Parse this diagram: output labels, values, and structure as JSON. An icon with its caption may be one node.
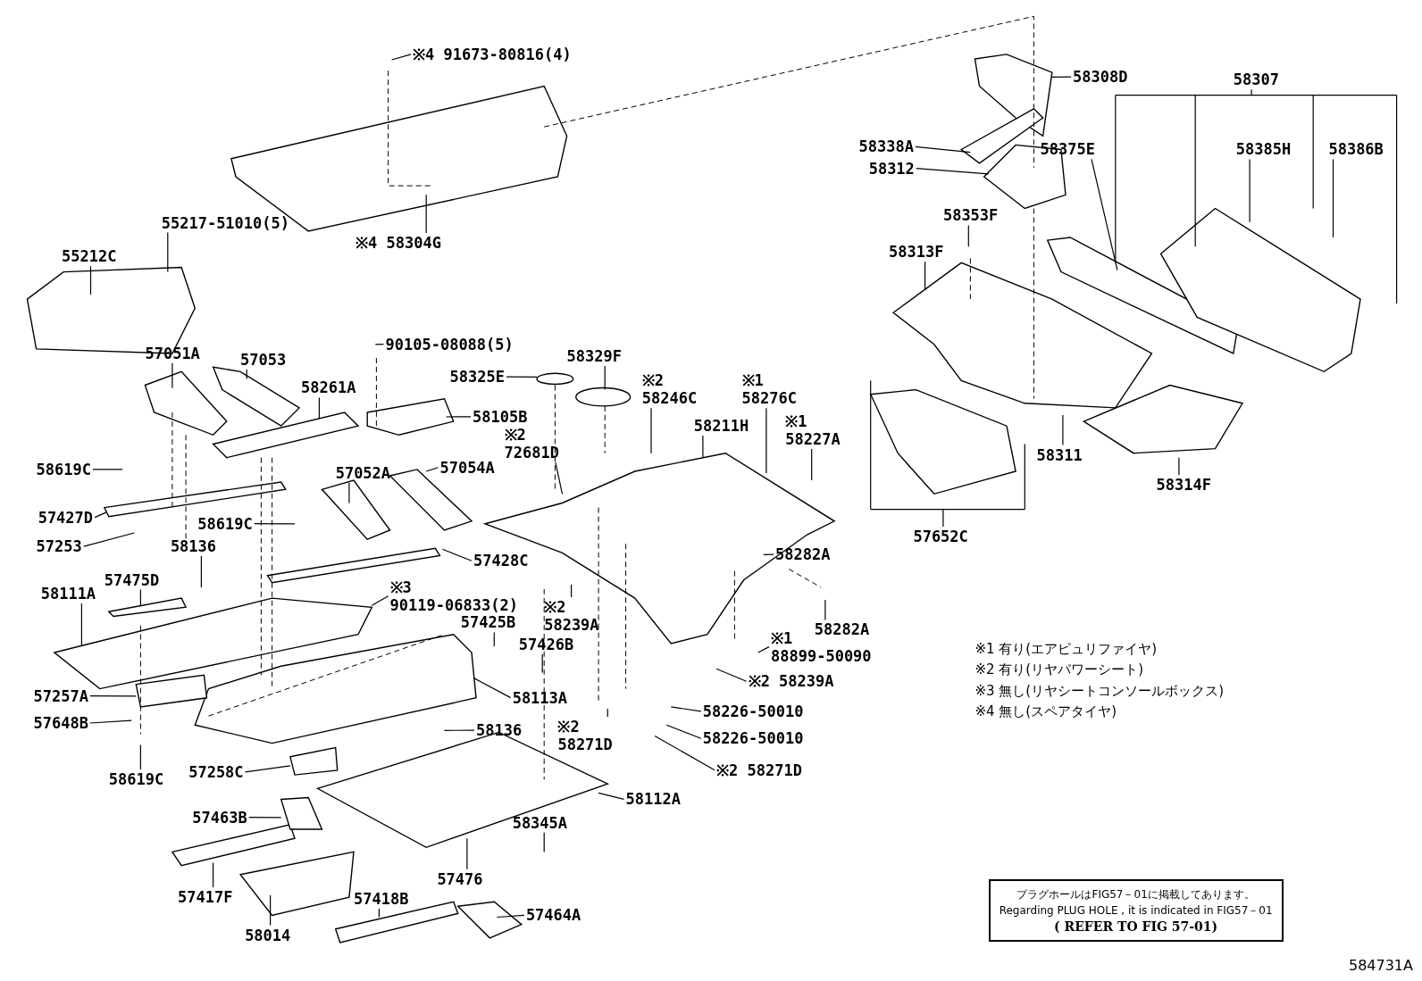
{
  "diagram": {
    "nodes": [
      {
        "text": [
          "※4 91673-80816(4)"
        ]
      },
      {
        "text": [
          "※4 58304G"
        ]
      },
      {
        "text": [
          "55217-51010(5)"
        ]
      },
      {
        "text": [
          "55212C"
        ]
      },
      {
        "text": [
          "57051A"
        ]
      },
      {
        "text": [
          "57053"
        ]
      },
      {
        "text": [
          "90105-08088(5)"
        ]
      },
      {
        "text": [
          "58325E"
        ]
      },
      {
        "text": [
          "58329F"
        ]
      },
      {
        "text": [
          "58261A"
        ]
      },
      {
        "text": [
          "58105B"
        ]
      },
      {
        "text": [
          "※2 58246C"
        ]
      },
      {
        "text": [
          "58211H"
        ]
      },
      {
        "text": [
          "※1 58276C"
        ]
      },
      {
        "text": [
          "※1 58227A"
        ]
      },
      {
        "text": [
          "58619C"
        ]
      },
      {
        "text": [
          "57052A"
        ]
      },
      {
        "text": [
          "57054A"
        ]
      },
      {
        "text": [
          "※2 72681D"
        ]
      },
      {
        "text": [
          "57427D"
        ]
      },
      {
        "text": [
          "58619C"
        ]
      },
      {
        "text": [
          "57253"
        ]
      },
      {
        "text": [
          "58136"
        ]
      },
      {
        "text": [
          "57428C"
        ]
      },
      {
        "text": [
          "57475D"
        ]
      },
      {
        "text": [
          "58111A"
        ]
      },
      {
        "text": [
          "※3 90119-06833(2)"
        ]
      },
      {
        "text": [
          "57425B"
        ]
      },
      {
        "text": [
          "57426B"
        ]
      },
      {
        "text": [
          "※2 58239A"
        ]
      },
      {
        "text": [
          "58282A"
        ]
      },
      {
        "text": [
          "58282A"
        ]
      },
      {
        "text": [
          "※1 88899-50090"
        ]
      },
      {
        "text": [
          "※2 58239A"
        ]
      },
      {
        "text": [
          "57257A"
        ]
      },
      {
        "text": [
          "58113A"
        ]
      },
      {
        "text": [
          "58226-50010"
        ]
      },
      {
        "text": [
          "57648B"
        ]
      },
      {
        "text": [
          "58136"
        ]
      },
      {
        "text": [
          "58226-50010"
        ]
      },
      {
        "text": [
          "※2 58271D"
        ]
      },
      {
        "text": [
          "※2 58271D"
        ]
      },
      {
        "text": [
          "58619C"
        ]
      },
      {
        "text": [
          "57258C"
        ]
      },
      {
        "text": [
          "58112A"
        ]
      },
      {
        "text": [
          "57463B"
        ]
      },
      {
        "text": [
          "58345A"
        ]
      },
      {
        "text": [
          "57476"
        ]
      },
      {
        "text": [
          "57417F"
        ]
      },
      {
        "text": [
          "58014"
        ]
      },
      {
        "text": [
          "57418B"
        ]
      },
      {
        "text": [
          "57464A"
        ]
      },
      {
        "text": [
          "58308D"
        ]
      },
      {
        "text": [
          "58307"
        ]
      },
      {
        "text": [
          "58338A"
        ]
      },
      {
        "text": [
          "58375E"
        ]
      },
      {
        "text": [
          "58385H"
        ]
      },
      {
        "text": [
          "58386B"
        ]
      },
      {
        "text": [
          "58312"
        ]
      },
      {
        "text": [
          "58353F"
        ]
      },
      {
        "text": [
          "58313F"
        ]
      },
      {
        "text": [
          "58311"
        ]
      },
      {
        "text": [
          "58314F"
        ]
      },
      {
        "text": [
          "57652C"
        ]
      },
      {
        "text": [
          "プラグホールはFIG57－01に掲載してあります。",
          "Regarding  PLUG HOLE , it is indicated in FIG57－01",
          "( REFER TO FIG 57-01)"
        ]
      }
    ],
    "edges": [
      {
        "from": 0,
        "to": null,
        "arrow": "none"
      },
      {
        "from": 1,
        "to": null,
        "arrow": "none"
      },
      {
        "from": 2,
        "to": null,
        "arrow": "none"
      },
      {
        "from": 3,
        "to": null,
        "arrow": "none"
      },
      {
        "from": 4,
        "to": null,
        "arrow": "none"
      },
      {
        "from": 5,
        "to": null,
        "arrow": "none"
      },
      {
        "from": 6,
        "to": null,
        "arrow": "none"
      },
      {
        "from": 7,
        "to": null,
        "arrow": "none"
      },
      {
        "from": 8,
        "to": null,
        "arrow": "none"
      },
      {
        "from": 9,
        "to": null,
        "arrow": "none"
      },
      {
        "from": 10,
        "to": null,
        "arrow": "none"
      },
      {
        "from": 11,
        "to": null,
        "arrow": "none"
      },
      {
        "from": 12,
        "to": null,
        "arrow": "none"
      },
      {
        "from": 13,
        "to": null,
        "arrow": "none"
      },
      {
        "from": 14,
        "to": null,
        "arrow": "none"
      },
      {
        "from": 15,
        "to": null,
        "arrow": "none"
      },
      {
        "from": 16,
        "to": null,
        "arrow": "none"
      },
      {
        "from": 17,
        "to": null,
        "arrow": "none"
      },
      {
        "from": 18,
        "to": null,
        "arrow": "none"
      },
      {
        "from": 19,
        "to": null,
        "arrow": "none"
      },
      {
        "from": 20,
        "to": null,
        "arrow": "none"
      },
      {
        "from": 21,
        "to": null,
        "arrow": "none"
      },
      {
        "from": 22,
        "to": null,
        "arrow": "none"
      },
      {
        "from": 23,
        "to": null,
        "arrow": "none"
      },
      {
        "from": 24,
        "to": null,
        "arrow": "none"
      },
      {
        "from": 25,
        "to": null,
        "arrow": "none"
      },
      {
        "from": 26,
        "to": null,
        "arrow": "none"
      },
      {
        "from": 27,
        "to": null,
        "arrow": "none"
      },
      {
        "from": 28,
        "to": null,
        "arrow": "none"
      },
      {
        "from": 29,
        "to": null,
        "arrow": "none"
      },
      {
        "from": 30,
        "to": null,
        "arrow": "none"
      },
      {
        "from": 31,
        "to": null,
        "arrow": "none"
      },
      {
        "from": 32,
        "to": null,
        "arrow": "none"
      },
      {
        "from": 33,
        "to": null,
        "arrow": "none"
      },
      {
        "from": 34,
        "to": null,
        "arrow": "none"
      },
      {
        "from": 35,
        "to": null,
        "arrow": "none"
      },
      {
        "from": 36,
        "to": null,
        "arrow": "none"
      },
      {
        "from": 37,
        "to": null,
        "arrow": "none"
      },
      {
        "from": 38,
        "to": null,
        "arrow": "none"
      },
      {
        "from": 39,
        "to": null,
        "arrow": "none"
      },
      {
        "from": 40,
        "to": null,
        "arrow": "none"
      },
      {
        "from": 41,
        "to": null,
        "arrow": "none"
      },
      {
        "from": 42,
        "to": null,
        "arrow": "none"
      },
      {
        "from": 43,
        "to": null,
        "arrow": "none"
      },
      {
        "from": 44,
        "to": null,
        "arrow": "none"
      },
      {
        "from": 45,
        "to": null,
        "arrow": "none"
      },
      {
        "from": 46,
        "to": null,
        "arrow": "none"
      },
      {
        "from": 47,
        "to": null,
        "arrow": "none"
      },
      {
        "from": 48,
        "to": null,
        "arrow": "none"
      },
      {
        "from": 49,
        "to": null,
        "arrow": "none"
      },
      {
        "from": 50,
        "to": null,
        "arrow": "none"
      },
      {
        "from": 51,
        "to": null,
        "arrow": "none"
      },
      {
        "from": 52,
        "to": null,
        "arrow": "none"
      },
      {
        "from": 53,
        "to": null,
        "arrow": "none"
      },
      {
        "from": 54,
        "to": null,
        "arrow": "none"
      },
      {
        "from": 55,
        "to": null,
        "arrow": "none"
      },
      {
        "from": 56,
        "to": null,
        "arrow": "none"
      },
      {
        "from": 57,
        "to": null,
        "arrow": "none"
      },
      {
        "from": 58,
        "to": null,
        "arrow": "none"
      },
      {
        "from": 59,
        "to": null,
        "arrow": "none"
      },
      {
        "from": 60,
        "to": null,
        "arrow": "none"
      },
      {
        "from": 61,
        "to": null,
        "arrow": "none"
      },
      {
        "from": 62,
        "to": null,
        "arrow": "none"
      },
      {
        "from": 63,
        "to": null,
        "arrow": "none"
      }
    ],
    "labels": [
      "※1 有り(エアピュリファイヤ)",
      "※2 有り(リヤパワーシート)",
      "※3 無し(リヤシートコンソールボックス)",
      "※4 無し(スペアタイヤ)",
      "584731A"
    ]
  }
}
